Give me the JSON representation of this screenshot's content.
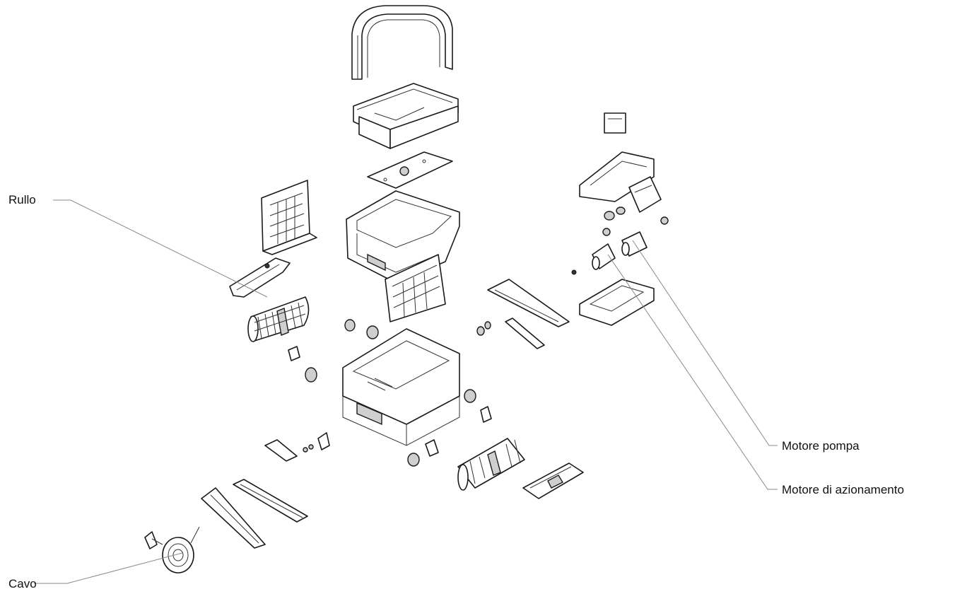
{
  "labels": {
    "rullo": "Rullo",
    "motore_pompa": "Motore pompa",
    "motore_azionamento": "Motore di azionamento",
    "cavo": "Cavo"
  }
}
